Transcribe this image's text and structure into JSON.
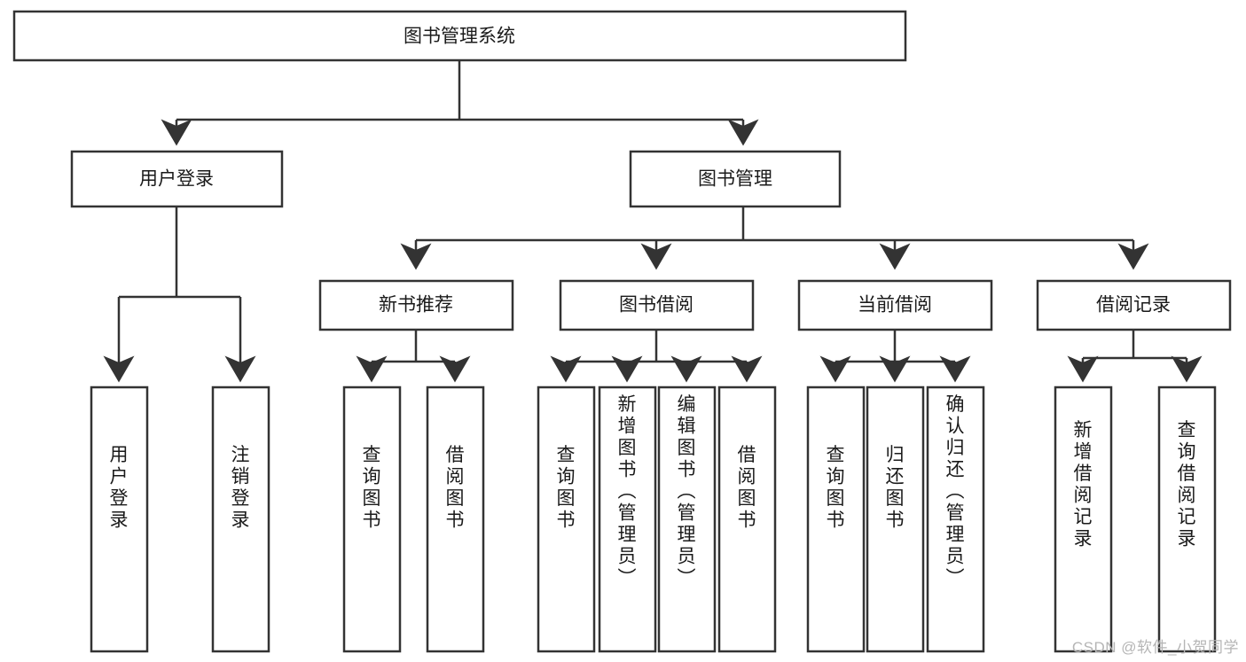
{
  "diagram": {
    "type": "tree-flowchart",
    "title": "图书管理系统",
    "watermark": "CSDN @软件_小贺同学",
    "colors": {
      "box_fill": "#ffffff",
      "box_stroke": "#333333",
      "text": "#1a1a1a",
      "watermark": "#b5b5b5",
      "background": "#ffffff"
    },
    "levels": {
      "level1": "图书管理系统",
      "level2": [
        "用户登录",
        "图书管理"
      ],
      "level3": [
        "新书推荐",
        "图书借阅",
        "当前借阅",
        "借阅记录"
      ]
    },
    "nodes": {
      "root": {
        "label": "图书管理系统",
        "orientation": "horizontal"
      },
      "n_user_login": {
        "label": "用户登录",
        "orientation": "horizontal"
      },
      "n_book_mgmt": {
        "label": "图书管理",
        "orientation": "horizontal"
      },
      "n_new_book": {
        "label": "新书推荐",
        "orientation": "horizontal"
      },
      "n_borrow": {
        "label": "图书借阅",
        "orientation": "horizontal"
      },
      "n_current": {
        "label": "当前借阅",
        "orientation": "horizontal"
      },
      "n_record": {
        "label": "借阅记录",
        "orientation": "horizontal"
      },
      "leaf_user_login": {
        "label": "用户登录",
        "orientation": "vertical"
      },
      "leaf_logout": {
        "label": "注销登录",
        "orientation": "vertical"
      },
      "leaf_query_book_1": {
        "label": "查询图书",
        "orientation": "vertical"
      },
      "leaf_borrow_book_1": {
        "label": "借阅图书",
        "orientation": "vertical"
      },
      "leaf_query_book_2": {
        "label": "查询图书",
        "orientation": "vertical"
      },
      "leaf_add_book": {
        "label": "新增图书（管理员）",
        "orientation": "vertical"
      },
      "leaf_edit_book": {
        "label": "编辑图书（管理员）",
        "orientation": "vertical"
      },
      "leaf_borrow_book_2": {
        "label": "借阅图书",
        "orientation": "vertical"
      },
      "leaf_query_book_3": {
        "label": "查询图书",
        "orientation": "vertical"
      },
      "leaf_return_book": {
        "label": "归还图书",
        "orientation": "vertical"
      },
      "leaf_confirm_return": {
        "label": "确认归还（管理员）",
        "orientation": "vertical"
      },
      "leaf_add_record": {
        "label": "新增借阅记录",
        "orientation": "vertical"
      },
      "leaf_query_record": {
        "label": "查询借阅记录",
        "orientation": "vertical"
      }
    },
    "edges": [
      {
        "from": "root",
        "to": "n_user_login"
      },
      {
        "from": "root",
        "to": "n_book_mgmt"
      },
      {
        "from": "n_user_login",
        "to": "leaf_user_login"
      },
      {
        "from": "n_user_login",
        "to": "leaf_logout"
      },
      {
        "from": "n_book_mgmt",
        "to": "n_new_book"
      },
      {
        "from": "n_book_mgmt",
        "to": "n_borrow"
      },
      {
        "from": "n_book_mgmt",
        "to": "n_current"
      },
      {
        "from": "n_book_mgmt",
        "to": "n_record"
      },
      {
        "from": "n_new_book",
        "to": "leaf_query_book_1"
      },
      {
        "from": "n_new_book",
        "to": "leaf_borrow_book_1"
      },
      {
        "from": "n_borrow",
        "to": "leaf_query_book_2"
      },
      {
        "from": "n_borrow",
        "to": "leaf_add_book"
      },
      {
        "from": "n_borrow",
        "to": "leaf_edit_book"
      },
      {
        "from": "n_borrow",
        "to": "leaf_borrow_book_2"
      },
      {
        "from": "n_current",
        "to": "leaf_query_book_3"
      },
      {
        "from": "n_current",
        "to": "leaf_return_book"
      },
      {
        "from": "n_current",
        "to": "leaf_confirm_return"
      },
      {
        "from": "n_record",
        "to": "leaf_add_record"
      },
      {
        "from": "n_record",
        "to": "leaf_query_record"
      }
    ]
  }
}
